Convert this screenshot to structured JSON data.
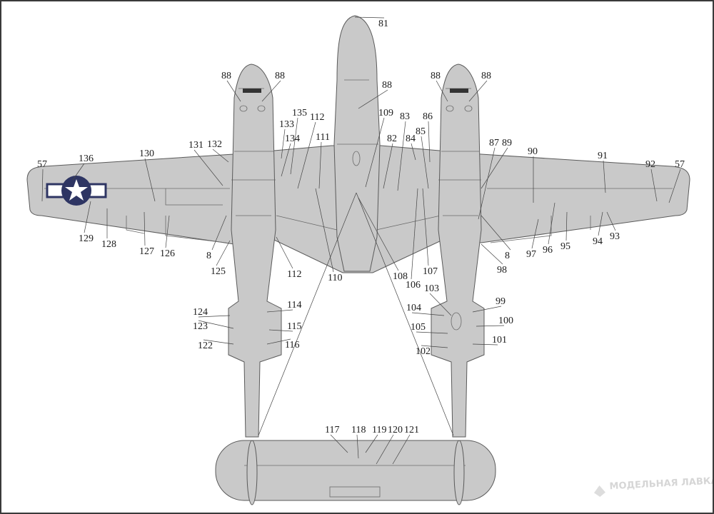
{
  "diagram": {
    "title": "P-38 underside decal placement",
    "roundel_colors": {
      "blue": "#2e3563",
      "white": "#ffffff"
    },
    "fill_color": "#c9c9c9",
    "labels": [
      "81",
      "88",
      "88",
      "88",
      "88",
      "88",
      "109",
      "83",
      "86",
      "85",
      "84",
      "82",
      "135",
      "112",
      "133",
      "134",
      "111",
      "131",
      "132",
      "130",
      "136",
      "57",
      "87",
      "89",
      "90",
      "91",
      "92",
      "57",
      "129",
      "128",
      "127",
      "126",
      "8",
      "125",
      "112",
      "110",
      "108",
      "107",
      "106",
      "103",
      "8",
      "98",
      "97",
      "96",
      "95",
      "94",
      "93",
      "124",
      "123",
      "122",
      "114",
      "115",
      "116",
      "99",
      "104",
      "100",
      "105",
      "101",
      "102",
      "117",
      "118",
      "119",
      "120",
      "121"
    ],
    "watermark": "МОДЕЛЬНАЯ ЛАВКА"
  }
}
